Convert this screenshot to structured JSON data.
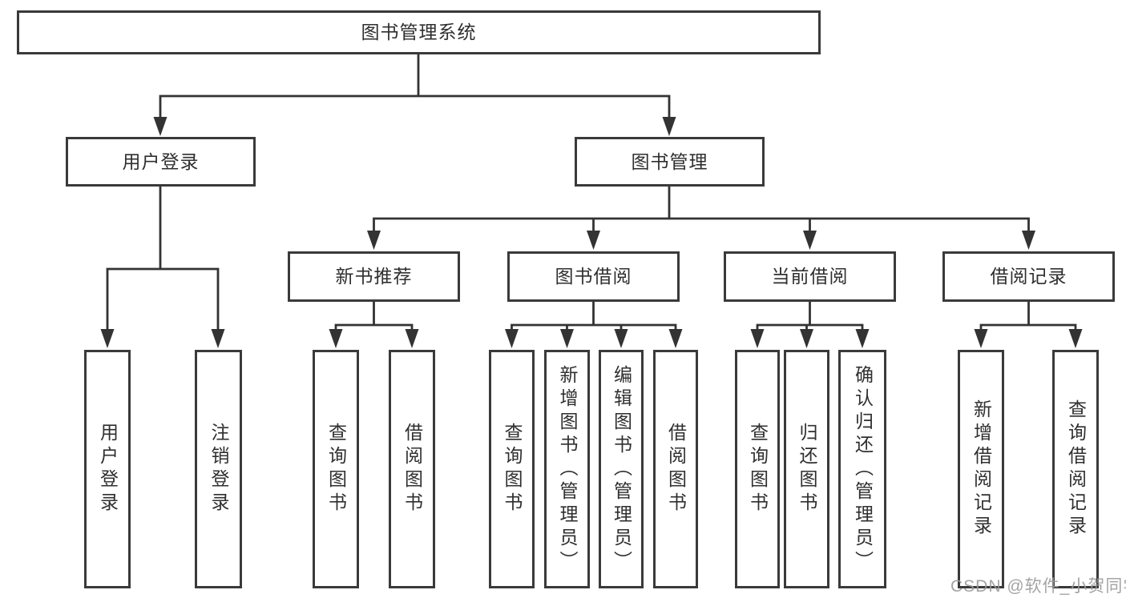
{
  "diagram": {
    "title": "图书管理系统",
    "branches": {
      "user_login": {
        "label": "用户登录",
        "children": [
          {
            "label": "用户登录"
          },
          {
            "label": "注销登录"
          }
        ]
      },
      "book_management": {
        "label": "图书管理",
        "children": [
          {
            "label": "新书推荐",
            "children": [
              {
                "label": "查询图书"
              },
              {
                "label": "借阅图书"
              }
            ]
          },
          {
            "label": "图书借阅",
            "children": [
              {
                "label": "查询图书"
              },
              {
                "label": "新增图书（管理员）"
              },
              {
                "label": "编辑图书（管理员）"
              },
              {
                "label": "借阅图书"
              }
            ]
          },
          {
            "label": "当前借阅",
            "children": [
              {
                "label": "查询图书"
              },
              {
                "label": "归还图书"
              },
              {
                "label": "确认归还（管理员）"
              }
            ]
          },
          {
            "label": "借阅记录",
            "children": [
              {
                "label": "新增借阅记录"
              },
              {
                "label": "查询借阅记录"
              }
            ]
          }
        ]
      }
    },
    "watermark": "CSDN @软件_小贺同学",
    "colors": {
      "line": "#333333",
      "border": "#3a3a3a",
      "text": "#2f2f2f",
      "watermark": "#9b9b9b",
      "background": "#ffffff"
    }
  }
}
